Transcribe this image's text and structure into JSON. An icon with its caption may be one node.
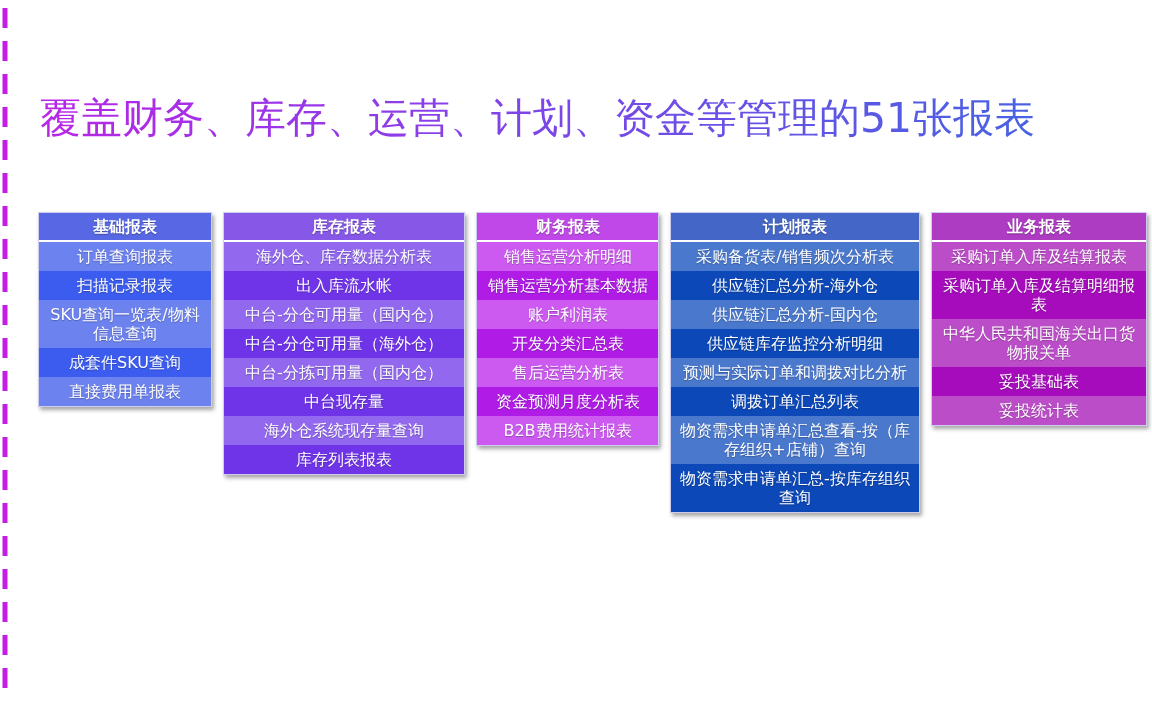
{
  "diagram": {
    "title": "覆盖财务、库存、运营、计划、资金等管理的51张报表",
    "nodes": [
      {
        "text": [
          "基础报表"
        ]
      },
      {
        "text": [
          "订单查询报表"
        ],
        "in": 0
      },
      {
        "text": [
          "扫描记录报表"
        ],
        "in": 0
      },
      {
        "text": [
          "SKU查询一览表/物料信息查询"
        ],
        "in": 0
      },
      {
        "text": [
          "成套件SKU查询"
        ],
        "in": 0
      },
      {
        "text": [
          "直接费用单报表"
        ],
        "in": 0
      },
      {
        "text": [
          "库存报表"
        ]
      },
      {
        "text": [
          "海外仓、库存数据分析表"
        ],
        "in": 6
      },
      {
        "text": [
          "出入库流水帐"
        ],
        "in": 6
      },
      {
        "text": [
          "中台-分仓可用量（国内仓）"
        ],
        "in": 6
      },
      {
        "text": [
          "中台-分仓可用量（海外仓）"
        ],
        "in": 6
      },
      {
        "text": [
          "中台-分拣可用量（国内仓）"
        ],
        "in": 6
      },
      {
        "text": [
          "中台现存量"
        ],
        "in": 6
      },
      {
        "text": [
          "海外仓系统现存量查询"
        ],
        "in": 6
      },
      {
        "text": [
          "库存列表报表"
        ],
        "in": 6
      },
      {
        "text": [
          "财务报表"
        ]
      },
      {
        "text": [
          "销售运营分析明细"
        ],
        "in": 15
      },
      {
        "text": [
          "销售运营分析基本数据"
        ],
        "in": 15
      },
      {
        "text": [
          "账户利润表"
        ],
        "in": 15
      },
      {
        "text": [
          "开发分类汇总表"
        ],
        "in": 15
      },
      {
        "text": [
          "售后运营分析表"
        ],
        "in": 15
      },
      {
        "text": [
          "资金预测月度分析表"
        ],
        "in": 15
      },
      {
        "text": [
          "B2B费用统计报表"
        ],
        "in": 15
      },
      {
        "text": [
          "计划报表"
        ]
      },
      {
        "text": [
          "采购备货表/销售频次分析表"
        ],
        "in": 23
      },
      {
        "text": [
          "供应链汇总分析-海外仓"
        ],
        "in": 23
      },
      {
        "text": [
          "供应链汇总分析-国内仓"
        ],
        "in": 23
      },
      {
        "text": [
          "供应链库存监控分析明细"
        ],
        "in": 23
      },
      {
        "text": [
          "预测与实际订单和调拨对比分析"
        ],
        "in": 23
      },
      {
        "text": [
          "调拨订单汇总列表"
        ],
        "in": 23
      },
      {
        "text": [
          "物资需求申请单汇总查看-按（库存组织+店铺）查询"
        ],
        "in": 23
      },
      {
        "text": [
          "物资需求申请单汇总-按库存组织查询"
        ],
        "in": 23
      },
      {
        "text": [
          "业务报表"
        ]
      },
      {
        "text": [
          "采购订单入库及结算报表"
        ],
        "in": 32
      },
      {
        "text": [
          "采购订单入库及结算明细报表"
        ],
        "in": 32
      },
      {
        "text": [
          "中华人民共和国海关出口货物报关单"
        ],
        "in": 32
      },
      {
        "text": [
          "妥投基础表"
        ],
        "in": 32
      },
      {
        "text": [
          "妥投统计表"
        ],
        "in": 32
      }
    ]
  }
}
